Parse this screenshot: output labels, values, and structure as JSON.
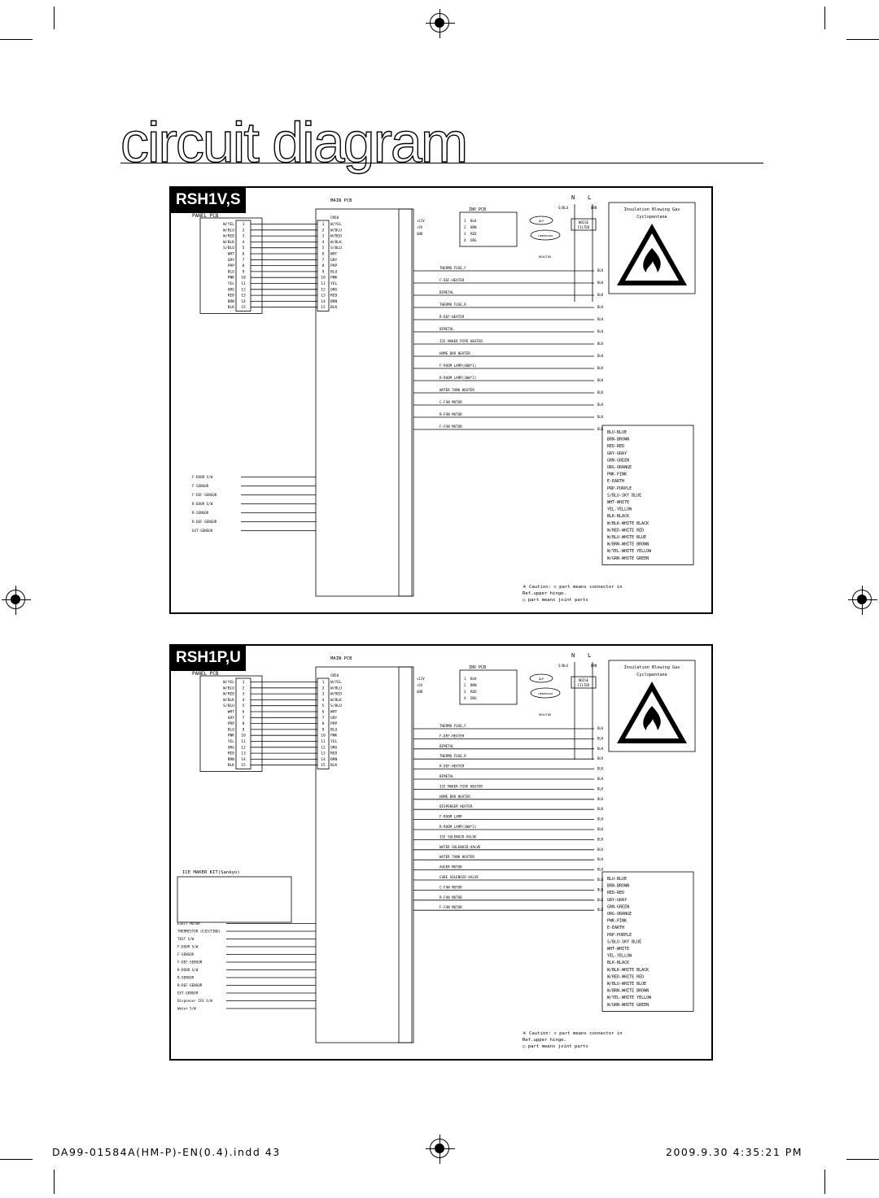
{
  "page": {
    "title": "circuit diagram",
    "footer_left": "DA99-01584A(HM-P)-EN(0.4).indd   43",
    "footer_right": "2009.9.30   4:35:21 PM"
  },
  "panels": [
    {
      "model": "RSH1V,S",
      "main_pcb": "MAIN PCB",
      "panel_pcb": "PANEL PCB",
      "inv_pcb": "INV PCB",
      "panel_wires": [
        "W/YEL",
        "W/BLU",
        "W/RED",
        "W/BLK",
        "S/BLU",
        "WHT",
        "GRY",
        "PRP",
        "BLU",
        "PNK",
        "YEL",
        "ORG",
        "RED",
        "BRN",
        "BLK"
      ],
      "cn50": [
        "W/YEL",
        "W/BLU",
        "W/RED",
        "W/BLK",
        "S/BLU",
        "WHT",
        "GRY",
        "PRP",
        "BLU",
        "PNK",
        "YEL",
        "ORG",
        "RED",
        "BRN",
        "BLK"
      ],
      "warning": [
        "Insulation Blowing Gas",
        "Cyclopentane"
      ],
      "loads": [
        "THERMO FUSE,F",
        "F-DEF-HEATER",
        "BIMETAL",
        "THERMO FUSE,R",
        "R-DEF-HEATER",
        "BIMETAL",
        "ICE MAKER PIPE HEATER",
        "HOME BAR HEATER",
        "F-ROOM LAMP(40W*1)",
        "R-ROOM LAMP(30W*2)",
        "WATER TANK HEATER",
        "C-FAN MOTOR",
        "R-FAN MOTOR",
        "F-FAN MOTOR"
      ],
      "sensors": [
        "F-DOOR S/W",
        "F-SENSOR",
        "F-DEF-SENSOR",
        "R-DOOR S/W",
        "R-SENSOR",
        "R-DEF-SENSOR",
        "EXT-SENSOR"
      ],
      "legend": [
        "BLU-BLUE",
        "BRN-BROWN",
        "RED-RED",
        "GRY-GRAY",
        "GRN-GREEN",
        "ORG-ORANGE",
        "PNK-PINK",
        "E-EARTH",
        "PRP-PURPLE",
        "S/BLU-SKY BLUE",
        "WHT-WHITE",
        "YEL-YELLOW",
        "BLK-BLACK",
        "W/BLK-WHITE BLACK",
        "W/RED-WHITE RED",
        "W/BLU-WHITE BLUE",
        "W/BRN-WHITE BROWN",
        "W/YEL-WHITE YELLOW",
        "W/GRN-WHITE GREEN"
      ],
      "caution": [
        "※ Caution: ◇ part means connector in",
        "Ref.upper hinge.",
        "○ part means joint parts"
      ]
    },
    {
      "model": "RSH1P,U",
      "main_pcb": "MAIN PCB",
      "panel_pcb": "PANEL PCB",
      "inv_pcb": "INV PCB",
      "panel_wires": [
        "W/YEL",
        "W/BLU",
        "W/RED",
        "W/BLK",
        "S/BLU",
        "WHT",
        "GRY",
        "PRP",
        "BLU",
        "PNK",
        "YEL",
        "ORG",
        "RED",
        "BRN",
        "BLK"
      ],
      "cn50": [
        "W/YEL",
        "W/BLU",
        "W/RED",
        "W/BLK",
        "S/BLU",
        "WHT",
        "GRY",
        "PRP",
        "BLU",
        "PNK",
        "YEL",
        "ORG",
        "RED",
        "BRN",
        "BLK"
      ],
      "warning": [
        "Insulation Blowing Gas",
        "Cyclopentane"
      ],
      "loads": [
        "THERMO FUSE,F",
        "F-DEF-HEATER",
        "BIMETAL",
        "THERMO FUSE,R",
        "R-DEF-HEATER",
        "BIMETAL",
        "ICE MAKER PIPE HEATER",
        "HOME BAR HEATER",
        "DISPENSER HEATER",
        "F-ROOM LAMP",
        "R-ROOM LAMP(30W*2)",
        "ICE SOLENOID-VALVE",
        "WATER SOLENOID-VALVE",
        "WATER TANK HEATER",
        "AUGER MOTOR",
        "CUBE SOLENOID-VALVE",
        "C-FAN MOTOR",
        "R-FAN MOTOR",
        "F-FAN MOTOR"
      ],
      "ice_maker": "ICE MAKER KIT(Sankyo)",
      "sensors": [
        "EJECT MOTOR",
        "THERMISTOR (EJECTING)",
        "TEST S/W",
        "F-DOOR S/W",
        "F-SENSOR",
        "F-DEF-SENSOR",
        "R-DOOR S/W",
        "R-SENSOR",
        "R-DEF-SENSOR",
        "EXT-SENSOR",
        "Dispenser ICE S/W",
        "Water S/W"
      ],
      "legend": [
        "BLU-BLUE",
        "BRN-BROWN",
        "RED-RED",
        "GRY-GRAY",
        "GRN-GREEN",
        "ORG-ORANGE",
        "PNK-PINK",
        "E-EARTH",
        "PRP-PURPLE",
        "S/BLU-SKY BLUE",
        "WHT-WHITE",
        "YEL-YELLOW",
        "BLK-BLACK",
        "W/BLK-WHITE BLACK",
        "W/RED-WHITE RED",
        "W/BLU-WHITE BLUE",
        "W/BRN-WHITE BROWN",
        "W/YEL-WHITE YELLOW",
        "W/GRN-WHITE GREEN"
      ],
      "caution": [
        "※ Caution: ◇ part means connector in",
        "Ref.upper hinge.",
        "○ part means joint parts"
      ]
    }
  ]
}
